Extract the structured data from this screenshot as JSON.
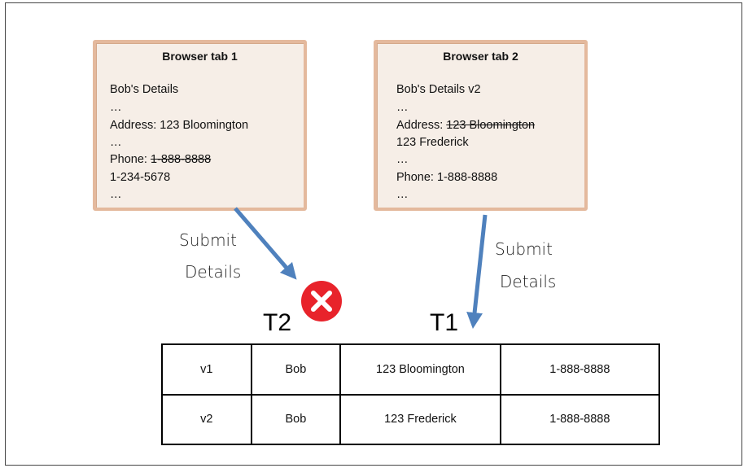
{
  "tab1": {
    "title": "Browser tab 1",
    "lines": [
      "Bob's Details",
      "…",
      "Address: 123 Bloomington",
      "…",
      "Phone: ",
      "1-888-8888",
      "1-234-5678",
      "…"
    ]
  },
  "tab2": {
    "title": "Browser tab 2",
    "lines": [
      "Bob's Details v2",
      "…",
      "Address: ",
      "123 Bloomington",
      "123 Frederick",
      "…",
      "Phone: 1-888-8888",
      "…"
    ]
  },
  "arrow_labels": {
    "left_line1": "Submit",
    "left_line2": "Details",
    "right_line1": "Submit",
    "right_line2": "Details"
  },
  "transactions": {
    "t2": "T2",
    "t1": "T1"
  },
  "table": {
    "rows": [
      [
        "v1",
        "Bob",
        "123 Bloomington",
        "1-888-8888"
      ],
      [
        "v2",
        "Bob",
        "123 Frederick",
        "1-888-8888"
      ]
    ]
  },
  "colors": {
    "arrow": "#4f81bd",
    "reject": "#e8232b",
    "tab_border": "#e4b99d",
    "tab_fill": "#f6eee7"
  },
  "icons": {
    "reject": "x-circle-icon"
  }
}
